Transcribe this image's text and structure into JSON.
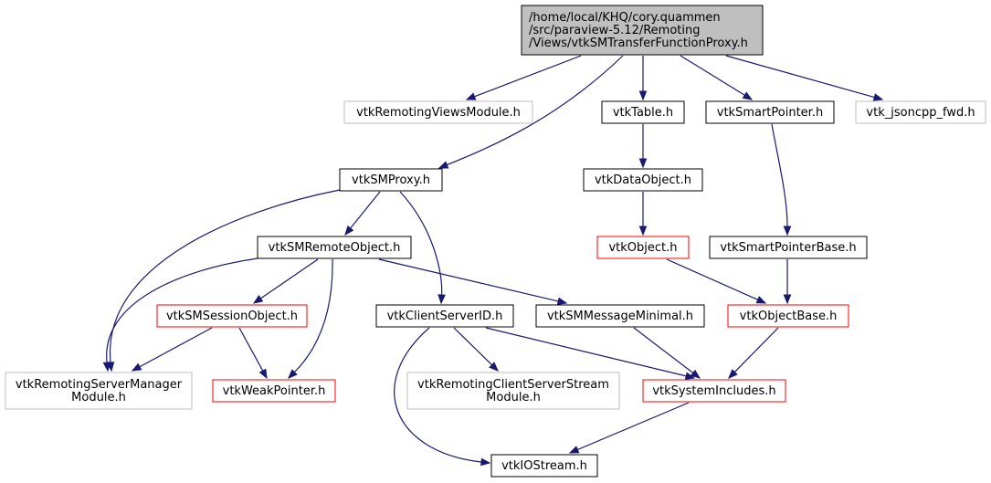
{
  "colors": {
    "edge": "#191970",
    "root_fill": "#bfbfbf",
    "default_border": "#000000",
    "red_border": "#ff0000",
    "gray_border": "#bfbfbf",
    "background": "#ffffff"
  },
  "nodes": {
    "root": {
      "lines": [
        "/home/local/KHQ/cory.quammen",
        "/src/paraview-5.12/Remoting",
        "/Views/vtkSMTransferFunctionProxy.h"
      ],
      "style": "root"
    },
    "vtkRemotingViewsModule": {
      "lines": [
        "vtkRemotingViewsModule.h"
      ],
      "style": "gray"
    },
    "vtkTable": {
      "lines": [
        "vtkTable.h"
      ],
      "style": "black"
    },
    "vtkSmartPointer": {
      "lines": [
        "vtkSmartPointer.h"
      ],
      "style": "black"
    },
    "vtk_jsoncpp_fwd": {
      "lines": [
        "vtk_jsoncpp_fwd.h"
      ],
      "style": "gray"
    },
    "vtkSMProxy": {
      "lines": [
        "vtkSMProxy.h"
      ],
      "style": "black"
    },
    "vtkDataObject": {
      "lines": [
        "vtkDataObject.h"
      ],
      "style": "black"
    },
    "vtkSMRemoteObject": {
      "lines": [
        "vtkSMRemoteObject.h"
      ],
      "style": "black"
    },
    "vtkObject": {
      "lines": [
        "vtkObject.h"
      ],
      "style": "red"
    },
    "vtkSmartPointerBase": {
      "lines": [
        "vtkSmartPointerBase.h"
      ],
      "style": "black"
    },
    "vtkSMSessionObject": {
      "lines": [
        "vtkSMSessionObject.h"
      ],
      "style": "red"
    },
    "vtkClientServerID": {
      "lines": [
        "vtkClientServerID.h"
      ],
      "style": "black"
    },
    "vtkSMMessageMinimal": {
      "lines": [
        "vtkSMMessageMinimal.h"
      ],
      "style": "black"
    },
    "vtkObjectBase": {
      "lines": [
        "vtkObjectBase.h"
      ],
      "style": "red"
    },
    "vtkRemotingServerManagerModule": {
      "lines": [
        "vtkRemotingServerManager",
        "Module.h"
      ],
      "style": "gray"
    },
    "vtkWeakPointer": {
      "lines": [
        "vtkWeakPointer.h"
      ],
      "style": "red"
    },
    "vtkRemotingClientServerStreamModule": {
      "lines": [
        "vtkRemotingClientServerStream",
        "Module.h"
      ],
      "style": "gray"
    },
    "vtkSystemIncludes": {
      "lines": [
        "vtkSystemIncludes.h"
      ],
      "style": "red"
    },
    "vtkIOStream": {
      "lines": [
        "vtkIOStream.h"
      ],
      "style": "black"
    }
  },
  "edges": [
    [
      "root",
      "vtkRemotingViewsModule"
    ],
    [
      "root",
      "vtkSMProxy"
    ],
    [
      "root",
      "vtkTable"
    ],
    [
      "root",
      "vtkSmartPointer"
    ],
    [
      "root",
      "vtk_jsoncpp_fwd"
    ],
    [
      "vtkTable",
      "vtkDataObject"
    ],
    [
      "vtkDataObject",
      "vtkObject"
    ],
    [
      "vtkObject",
      "vtkObjectBase"
    ],
    [
      "vtkSmartPointer",
      "vtkSmartPointerBase"
    ],
    [
      "vtkSmartPointerBase",
      "vtkObjectBase"
    ],
    [
      "vtkObjectBase",
      "vtkSystemIncludes"
    ],
    [
      "vtkSMProxy",
      "vtkSMRemoteObject"
    ],
    [
      "vtkSMProxy",
      "vtkClientServerID"
    ],
    [
      "vtkSMProxy",
      "vtkRemotingServerManagerModule"
    ],
    [
      "vtkSMRemoteObject",
      "vtkSMSessionObject"
    ],
    [
      "vtkSMRemoteObject",
      "vtkSMMessageMinimal"
    ],
    [
      "vtkSMRemoteObject",
      "vtkWeakPointer"
    ],
    [
      "vtkSMRemoteObject",
      "vtkRemotingServerManagerModule"
    ],
    [
      "vtkSMSessionObject",
      "vtkRemotingServerManagerModule"
    ],
    [
      "vtkSMSessionObject",
      "vtkWeakPointer"
    ],
    [
      "vtkClientServerID",
      "vtkRemotingClientServerStreamModule"
    ],
    [
      "vtkClientServerID",
      "vtkSystemIncludes"
    ],
    [
      "vtkClientServerID",
      "vtkIOStream"
    ],
    [
      "vtkSMMessageMinimal",
      "vtkSystemIncludes"
    ],
    [
      "vtkSystemIncludes",
      "vtkIOStream"
    ]
  ]
}
